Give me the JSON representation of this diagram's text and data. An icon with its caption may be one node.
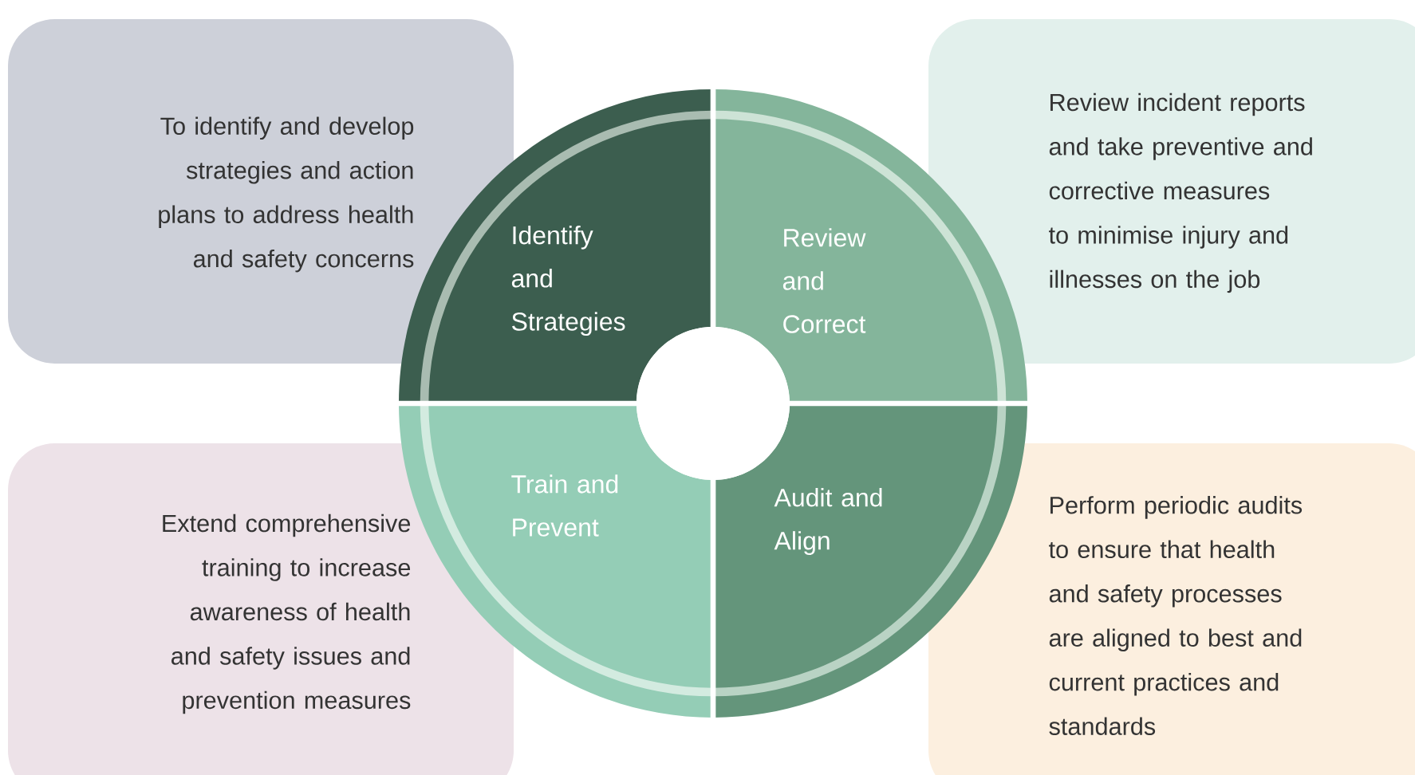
{
  "diagram": {
    "nodes": [
      {
        "text": [
          "To identify and develop strategies and action plans to address health and safety concerns"
        ]
      },
      {
        "text": [
          "Identify and Strategies"
        ]
      },
      {
        "text": [
          "Review and Correct"
        ]
      },
      {
        "text": [
          "Review incident reports and take preventive and corrective measures to minimise injury and illnesses on the job"
        ]
      },
      {
        "text": [
          "Extend comprehensive training to increase awareness of health and safety issues and prevention measures"
        ]
      },
      {
        "text": [
          "Train and Prevent"
        ]
      },
      {
        "text": [
          "Audit and Align"
        ]
      },
      {
        "text": [
          "Perform periodic audits to ensure that health and safety processes are aligned to best and current practices and standards"
        ]
      },
      {
        "text": [],
        "shape": "circle"
      }
    ]
  }
}
